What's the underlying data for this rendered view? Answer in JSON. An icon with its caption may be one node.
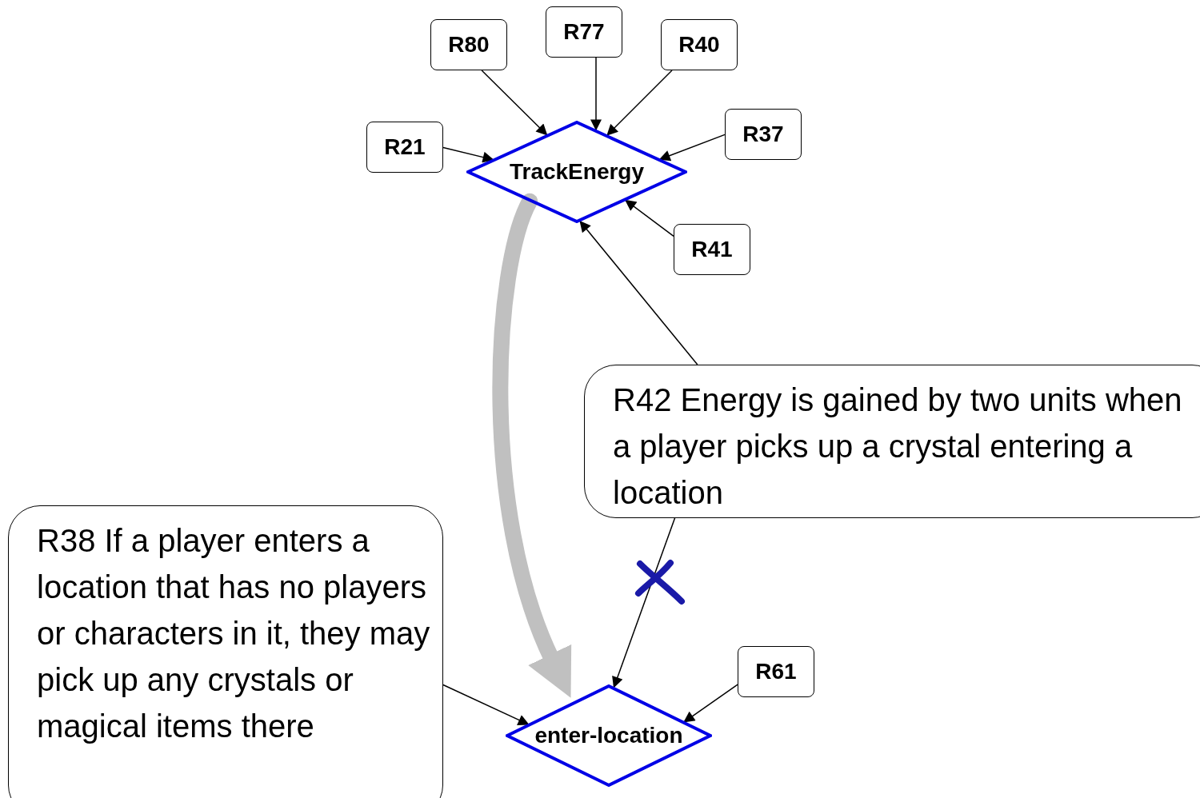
{
  "diagram": {
    "nodes": [
      {
        "text": [
          "R80"
        ]
      },
      {
        "text": [
          "R77"
        ]
      },
      {
        "text": [
          "R40"
        ]
      },
      {
        "text": [
          "R21"
        ]
      },
      {
        "text": [
          "TrackEnergy"
        ]
      },
      {
        "text": [
          "R37"
        ]
      },
      {
        "text": [
          "R41"
        ]
      },
      {
        "text": [
          "R42 Energy is gained by two units when a player picks up a crystal entering a location"
        ]
      },
      {
        "text": [
          "R38 If a player enters a location that has no players or characters in it, they may pick up any crystals or magical items there"
        ]
      },
      {
        "text": [
          "R61"
        ]
      },
      {
        "text": [
          "enter-location"
        ]
      }
    ],
    "edges": [
      {
        "from": 0,
        "to": 4,
        "arrow": "to"
      },
      {
        "from": 1,
        "to": 4,
        "arrow": "to"
      },
      {
        "from": 2,
        "to": 4,
        "arrow": "to"
      },
      {
        "from": 3,
        "to": 4,
        "arrow": "to"
      },
      {
        "from": 5,
        "to": 4,
        "arrow": "to"
      },
      {
        "from": 6,
        "to": 4,
        "arrow": "to"
      },
      {
        "from": 7,
        "to": 4,
        "arrow": "to"
      },
      {
        "from": 7,
        "to": 10,
        "arrow": "to"
      },
      {
        "from": 8,
        "to": 10,
        "arrow": "to"
      },
      {
        "from": 9,
        "to": 10,
        "arrow": "to"
      },
      {
        "from": 4,
        "to": 10,
        "arrow": "to",
        "style": "thick",
        "color": "#c0c0c0"
      }
    ]
  }
}
